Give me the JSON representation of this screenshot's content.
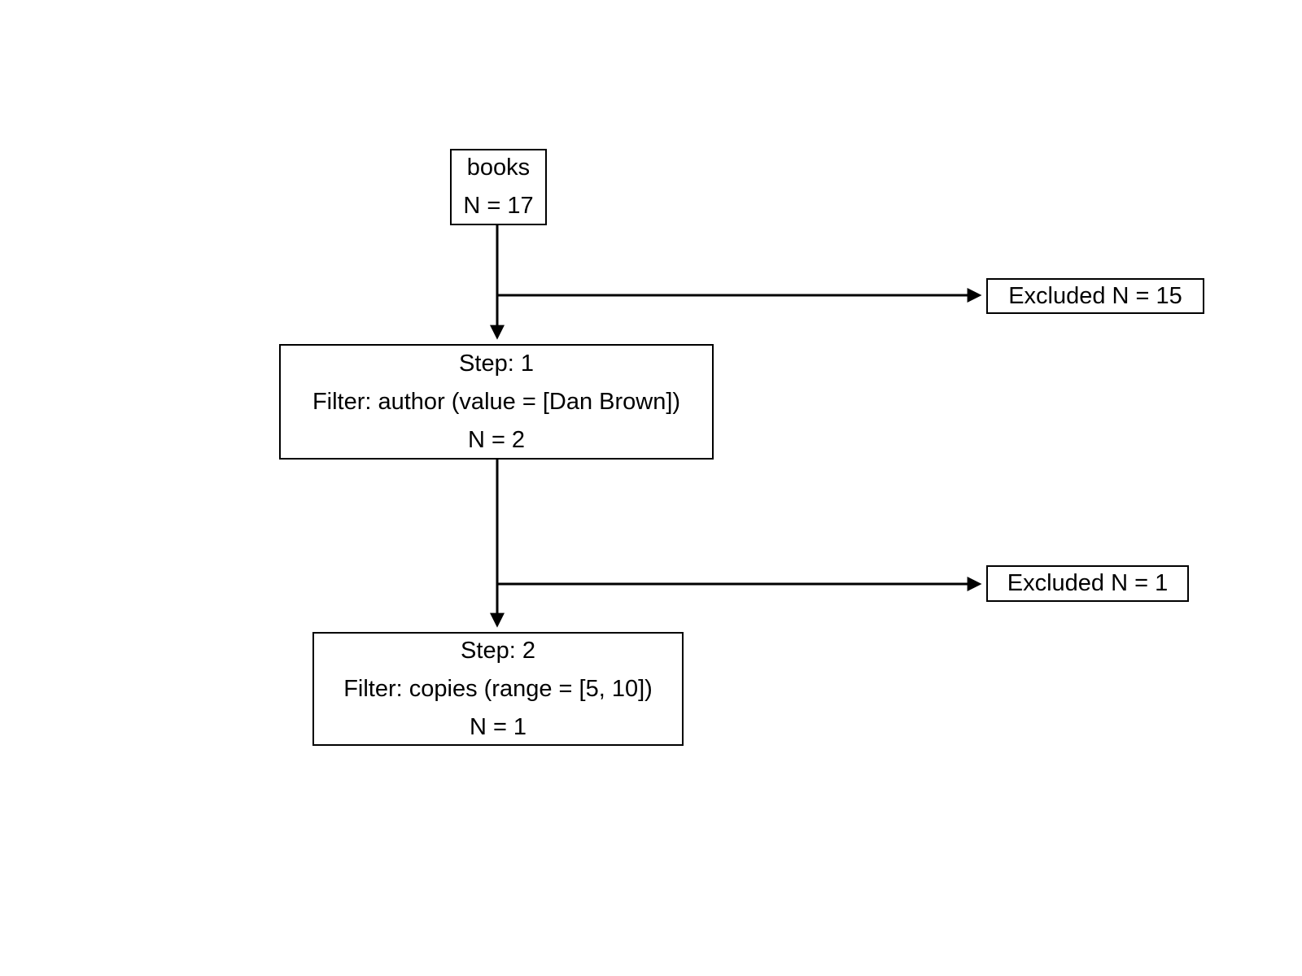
{
  "nodes": {
    "source": {
      "title": "books",
      "count": "N = 17"
    },
    "step1": {
      "title": "Step: 1",
      "filter": "Filter: author (value = [Dan Brown])",
      "count": "N = 2"
    },
    "step2": {
      "title": "Step: 2",
      "filter": "Filter: copies (range = [5, 10])",
      "count": "N = 1"
    },
    "excluded1": {
      "label": "Excluded N = 15"
    },
    "excluded2": {
      "label": "Excluded N = 1"
    }
  },
  "colors": {
    "line": "#000000",
    "text": "#000000",
    "background": "#ffffff",
    "box_fill": "#ffffff"
  }
}
